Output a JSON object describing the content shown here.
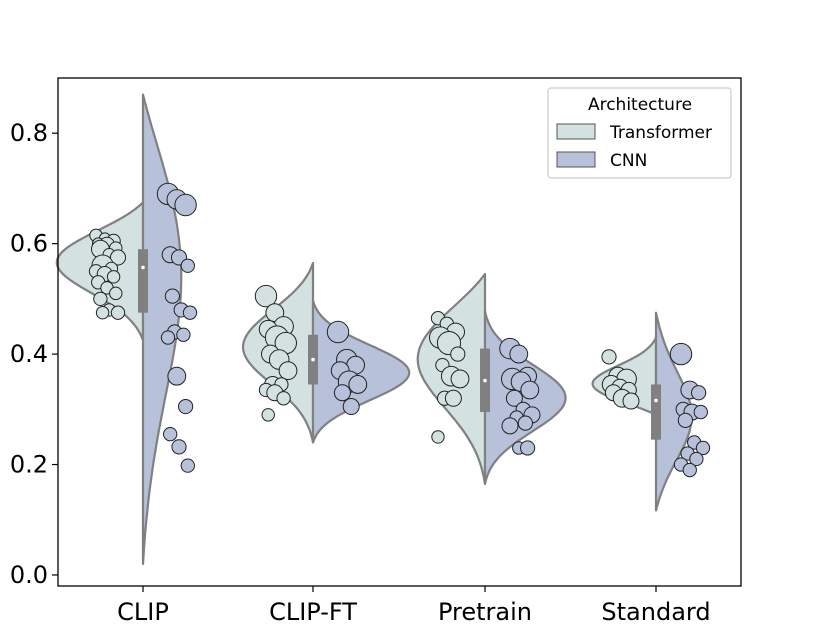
{
  "chart_data": {
    "type": "split-violin",
    "title": "",
    "xlabel": "",
    "ylabel": "",
    "ylim": [
      -0.02,
      0.9
    ],
    "yticks": [
      "0.0",
      "0.2",
      "0.4",
      "0.6",
      "0.8"
    ],
    "categories": [
      "CLIP",
      "CLIP-FT",
      "Pretrain",
      "Standard"
    ],
    "legend": {
      "title": "Architecture",
      "placement": "top-right",
      "entries": [
        "Transformer",
        "CNN"
      ]
    },
    "colors": {
      "Transformer": "#d3e2e0",
      "CNN": "#b8c1da",
      "outline": "#808080",
      "box": "#808080"
    },
    "series": [
      {
        "name": "Transformer",
        "violins": [
          {
            "min": 0.425,
            "max": 0.675,
            "mode": 0.58,
            "peak": 0.72,
            "tail": 0.08
          },
          {
            "min": 0.24,
            "max": 0.565,
            "mode": 0.42,
            "peak": 0.58,
            "tail": 0.05
          },
          {
            "min": 0.165,
            "max": 0.545,
            "mode": 0.43,
            "peak": 0.62,
            "tail": 0.04
          },
          {
            "min": 0.29,
            "max": 0.43,
            "mode": 0.33,
            "peak": 0.58,
            "tail": 0.05
          }
        ],
        "points": [
          [
            [
              0.615,
              0.6
            ],
            [
              0.61,
              0.4
            ],
            [
              0.605,
              0.7
            ],
            [
              0.6,
              0.5
            ],
            [
              0.598,
              0.9
            ],
            [
              0.592,
              0.6
            ],
            [
              0.59,
              1.2
            ],
            [
              0.58,
              0.6
            ],
            [
              0.575,
              0.9
            ],
            [
              0.56,
              1.6
            ],
            [
              0.555,
              0.6
            ],
            [
              0.55,
              0.7
            ],
            [
              0.545,
              0.9
            ],
            [
              0.54,
              0.6
            ],
            [
              0.53,
              0.7
            ],
            [
              0.52,
              0.6
            ],
            [
              0.51,
              0.6
            ],
            [
              0.5,
              0.7
            ],
            [
              0.48,
              0.6
            ],
            [
              0.475,
              0.7
            ],
            [
              0.475,
              0.6
            ]
          ],
          [
            [
              0.505,
              1.6
            ],
            [
              0.475,
              1.2
            ],
            [
              0.45,
              1.4
            ],
            [
              0.445,
              1.2
            ],
            [
              0.43,
              1.8
            ],
            [
              0.42,
              1.6
            ],
            [
              0.4,
              1.2
            ],
            [
              0.39,
              1.4
            ],
            [
              0.37,
              1.2
            ],
            [
              0.345,
              1.0
            ],
            [
              0.345,
              0.7
            ],
            [
              0.335,
              0.7
            ],
            [
              0.33,
              1.0
            ],
            [
              0.32,
              0.7
            ],
            [
              0.29,
              0.6
            ]
          ],
          [
            [
              0.465,
              0.7
            ],
            [
              0.455,
              0.7
            ],
            [
              0.44,
              1.2
            ],
            [
              0.43,
              1.6
            ],
            [
              0.42,
              1.8
            ],
            [
              0.4,
              0.8
            ],
            [
              0.38,
              0.7
            ],
            [
              0.36,
              1.4
            ],
            [
              0.355,
              1.2
            ],
            [
              0.32,
              0.8
            ],
            [
              0.32,
              1.0
            ],
            [
              0.25,
              0.6
            ]
          ],
          [
            [
              0.395,
              0.8
            ],
            [
              0.36,
              1.2
            ],
            [
              0.355,
              1.4
            ],
            [
              0.345,
              1.2
            ],
            [
              0.34,
              1.0
            ],
            [
              0.335,
              0.9
            ],
            [
              0.33,
              1.0
            ],
            [
              0.32,
              1.2
            ],
            [
              0.315,
              1.0
            ]
          ]
        ]
      },
      {
        "name": "CNN",
        "violins": [
          {
            "min": 0.02,
            "max": 0.87,
            "mode": 0.68,
            "peak": 0.35,
            "tail": 0.05
          },
          {
            "min": 0.24,
            "max": 0.497,
            "mode": 0.365,
            "peak": 0.82,
            "tail": 0.04
          },
          {
            "min": 0.165,
            "max": 0.478,
            "mode": 0.32,
            "peak": 0.68,
            "tail": 0.04
          },
          {
            "min": 0.117,
            "max": 0.475,
            "mode": 0.28,
            "peak": 0.22,
            "tail": 0.1
          }
        ],
        "points": [
          [
            [
              0.69,
              1.6
            ],
            [
              0.68,
              1.4
            ],
            [
              0.67,
              1.6
            ],
            [
              0.58,
              1.0
            ],
            [
              0.575,
              0.9
            ],
            [
              0.56,
              0.7
            ],
            [
              0.505,
              0.8
            ],
            [
              0.48,
              0.8
            ],
            [
              0.475,
              0.7
            ],
            [
              0.44,
              0.8
            ],
            [
              0.435,
              0.7
            ],
            [
              0.43,
              0.7
            ],
            [
              0.36,
              1.2
            ],
            [
              0.305,
              0.8
            ],
            [
              0.255,
              0.7
            ],
            [
              0.232,
              0.8
            ],
            [
              0.198,
              0.7
            ]
          ],
          [
            [
              0.44,
              1.6
            ],
            [
              0.39,
              1.5
            ],
            [
              0.38,
              1.2
            ],
            [
              0.37,
              1.2
            ],
            [
              0.35,
              1.6
            ],
            [
              0.345,
              1.2
            ],
            [
              0.33,
              1.0
            ],
            [
              0.305,
              1.0
            ]
          ],
          [
            [
              0.41,
              1.5
            ],
            [
              0.4,
              1.2
            ],
            [
              0.36,
              1.2
            ],
            [
              0.355,
              1.6
            ],
            [
              0.35,
              1.4
            ],
            [
              0.335,
              1.2
            ],
            [
              0.32,
              1.0
            ],
            [
              0.3,
              0.8
            ],
            [
              0.29,
              1.0
            ],
            [
              0.285,
              0.7
            ],
            [
              0.275,
              0.8
            ],
            [
              0.27,
              1.0
            ],
            [
              0.23,
              0.6
            ],
            [
              0.23,
              0.8
            ]
          ],
          [
            [
              0.4,
              1.6
            ],
            [
              0.335,
              1.2
            ],
            [
              0.33,
              0.8
            ],
            [
              0.3,
              0.8
            ],
            [
              0.295,
              1.0
            ],
            [
              0.295,
              0.7
            ],
            [
              0.28,
              0.8
            ],
            [
              0.24,
              0.7
            ],
            [
              0.23,
              0.7
            ],
            [
              0.22,
              0.7
            ],
            [
              0.21,
              0.7
            ],
            [
              0.2,
              0.7
            ],
            [
              0.19,
              0.7
            ]
          ]
        ]
      }
    ],
    "boxes": [
      {
        "category": "CLIP",
        "q1": 0.475,
        "q3": 0.59,
        "median": 0.557
      },
      {
        "category": "CLIP-FT",
        "q1": 0.345,
        "q3": 0.435,
        "median": 0.39
      },
      {
        "category": "Pretrain",
        "q1": 0.295,
        "q3": 0.41,
        "median": 0.352
      },
      {
        "category": "Standard",
        "q1": 0.245,
        "q3": 0.345,
        "median": 0.316
      }
    ]
  }
}
